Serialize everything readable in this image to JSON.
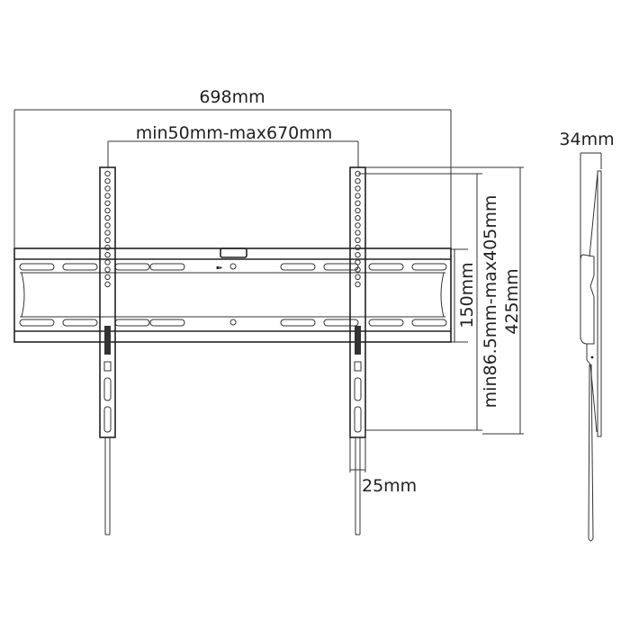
{
  "dimensions": {
    "overall_width": "698mm",
    "vesa_horizontal": "min50mm-max670mm",
    "plate_height": "150mm",
    "vesa_vertical": "min86.5mm-max405mm",
    "overall_height": "425mm",
    "arm_width": "25mm",
    "depth": "34mm"
  },
  "colors": {
    "line": "#333333",
    "background": "#ffffff"
  }
}
